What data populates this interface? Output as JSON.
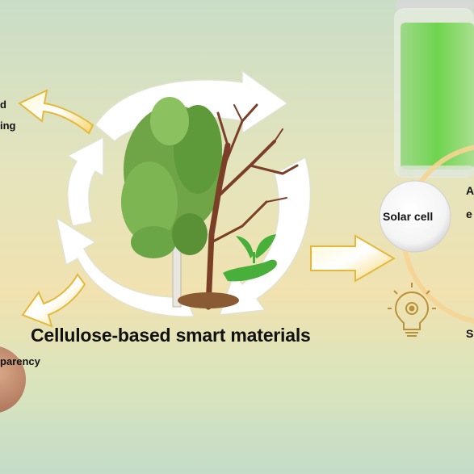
{
  "title": "Cellulose-based smart materials",
  "labels": {
    "top_left_line1": "d",
    "top_left_line2": "ing",
    "bottom_left": "parency",
    "solar_cell": "Solar cell",
    "right_a": "A",
    "right_e": "e",
    "right_s": "S"
  },
  "icons": [
    "tree-icon",
    "dead-tree-icon",
    "plant-in-hand-icon",
    "battery-icon",
    "lightbulb-gear-icon"
  ],
  "colors": {
    "background_top": "#c7dcc2",
    "background_mid": "#efe3b6",
    "battery_green": "#7ad95c",
    "arrow_gold": "#f0c640",
    "circle_ring": "#f3cf86"
  }
}
